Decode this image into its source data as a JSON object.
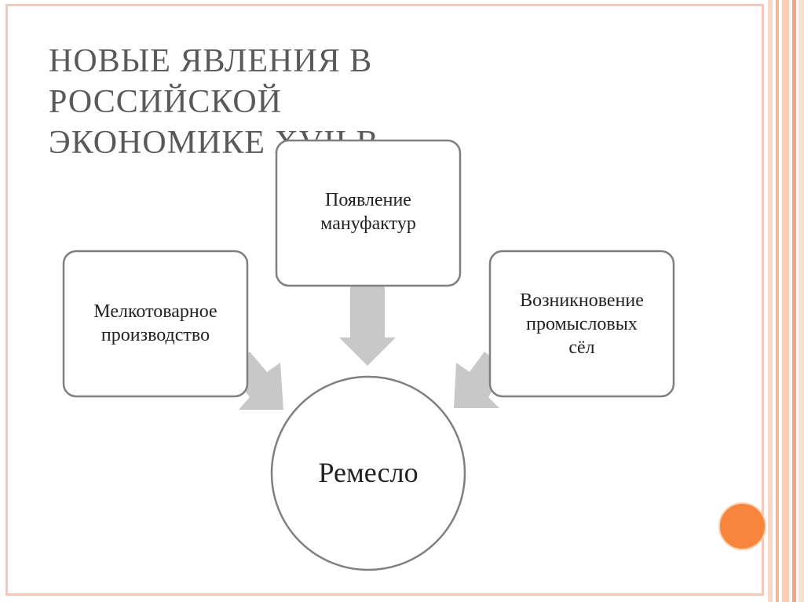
{
  "slide": {
    "title_lines": [
      "Новые явления в российской",
      "экономике XVII в."
    ]
  },
  "diagram": {
    "top_box": [
      "Появление",
      "мануфактур"
    ],
    "left_box": [
      "Мелкотоварное",
      "производство"
    ],
    "right_box": [
      "Возникновение",
      "промысловых",
      "сёл"
    ],
    "center_circle": "Ремесло"
  },
  "colors": {
    "title": "#595959",
    "box_border": "#7f7f7f",
    "arrow": "#c8c8c8",
    "frame": "#f4c8b6",
    "accent": "#f7853c"
  }
}
